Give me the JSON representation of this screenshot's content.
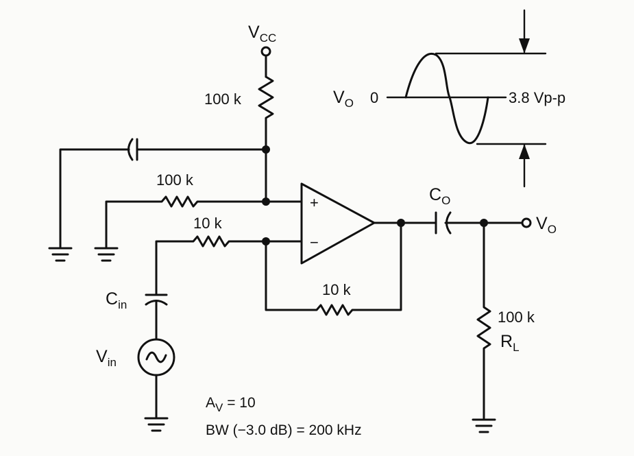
{
  "labels": {
    "vcc": "V",
    "vcc_sub": "CC",
    "r_supply": "100 k",
    "r_bias": "100 k",
    "r_input": "10 k",
    "r_feedback": "10 k",
    "r_load_value": "100 k",
    "r_load_name": "R",
    "r_load_sub": "L",
    "c_in": "C",
    "c_in_sub": "in",
    "c_out": "C",
    "c_out_sub": "O",
    "v_in": "V",
    "v_in_sub": "in",
    "v_out": "V",
    "v_out_sub": "O",
    "plus": "+",
    "minus": "−",
    "wave_v": "V",
    "wave_v_sub": "O",
    "wave_zero": "0",
    "wave_amplitude": "3.8 Vp-p",
    "gain": "A",
    "gain_sub": "V",
    "gain_value": " = 10",
    "bandwidth": "BW (−3.0 dB) = 200 kHz"
  }
}
